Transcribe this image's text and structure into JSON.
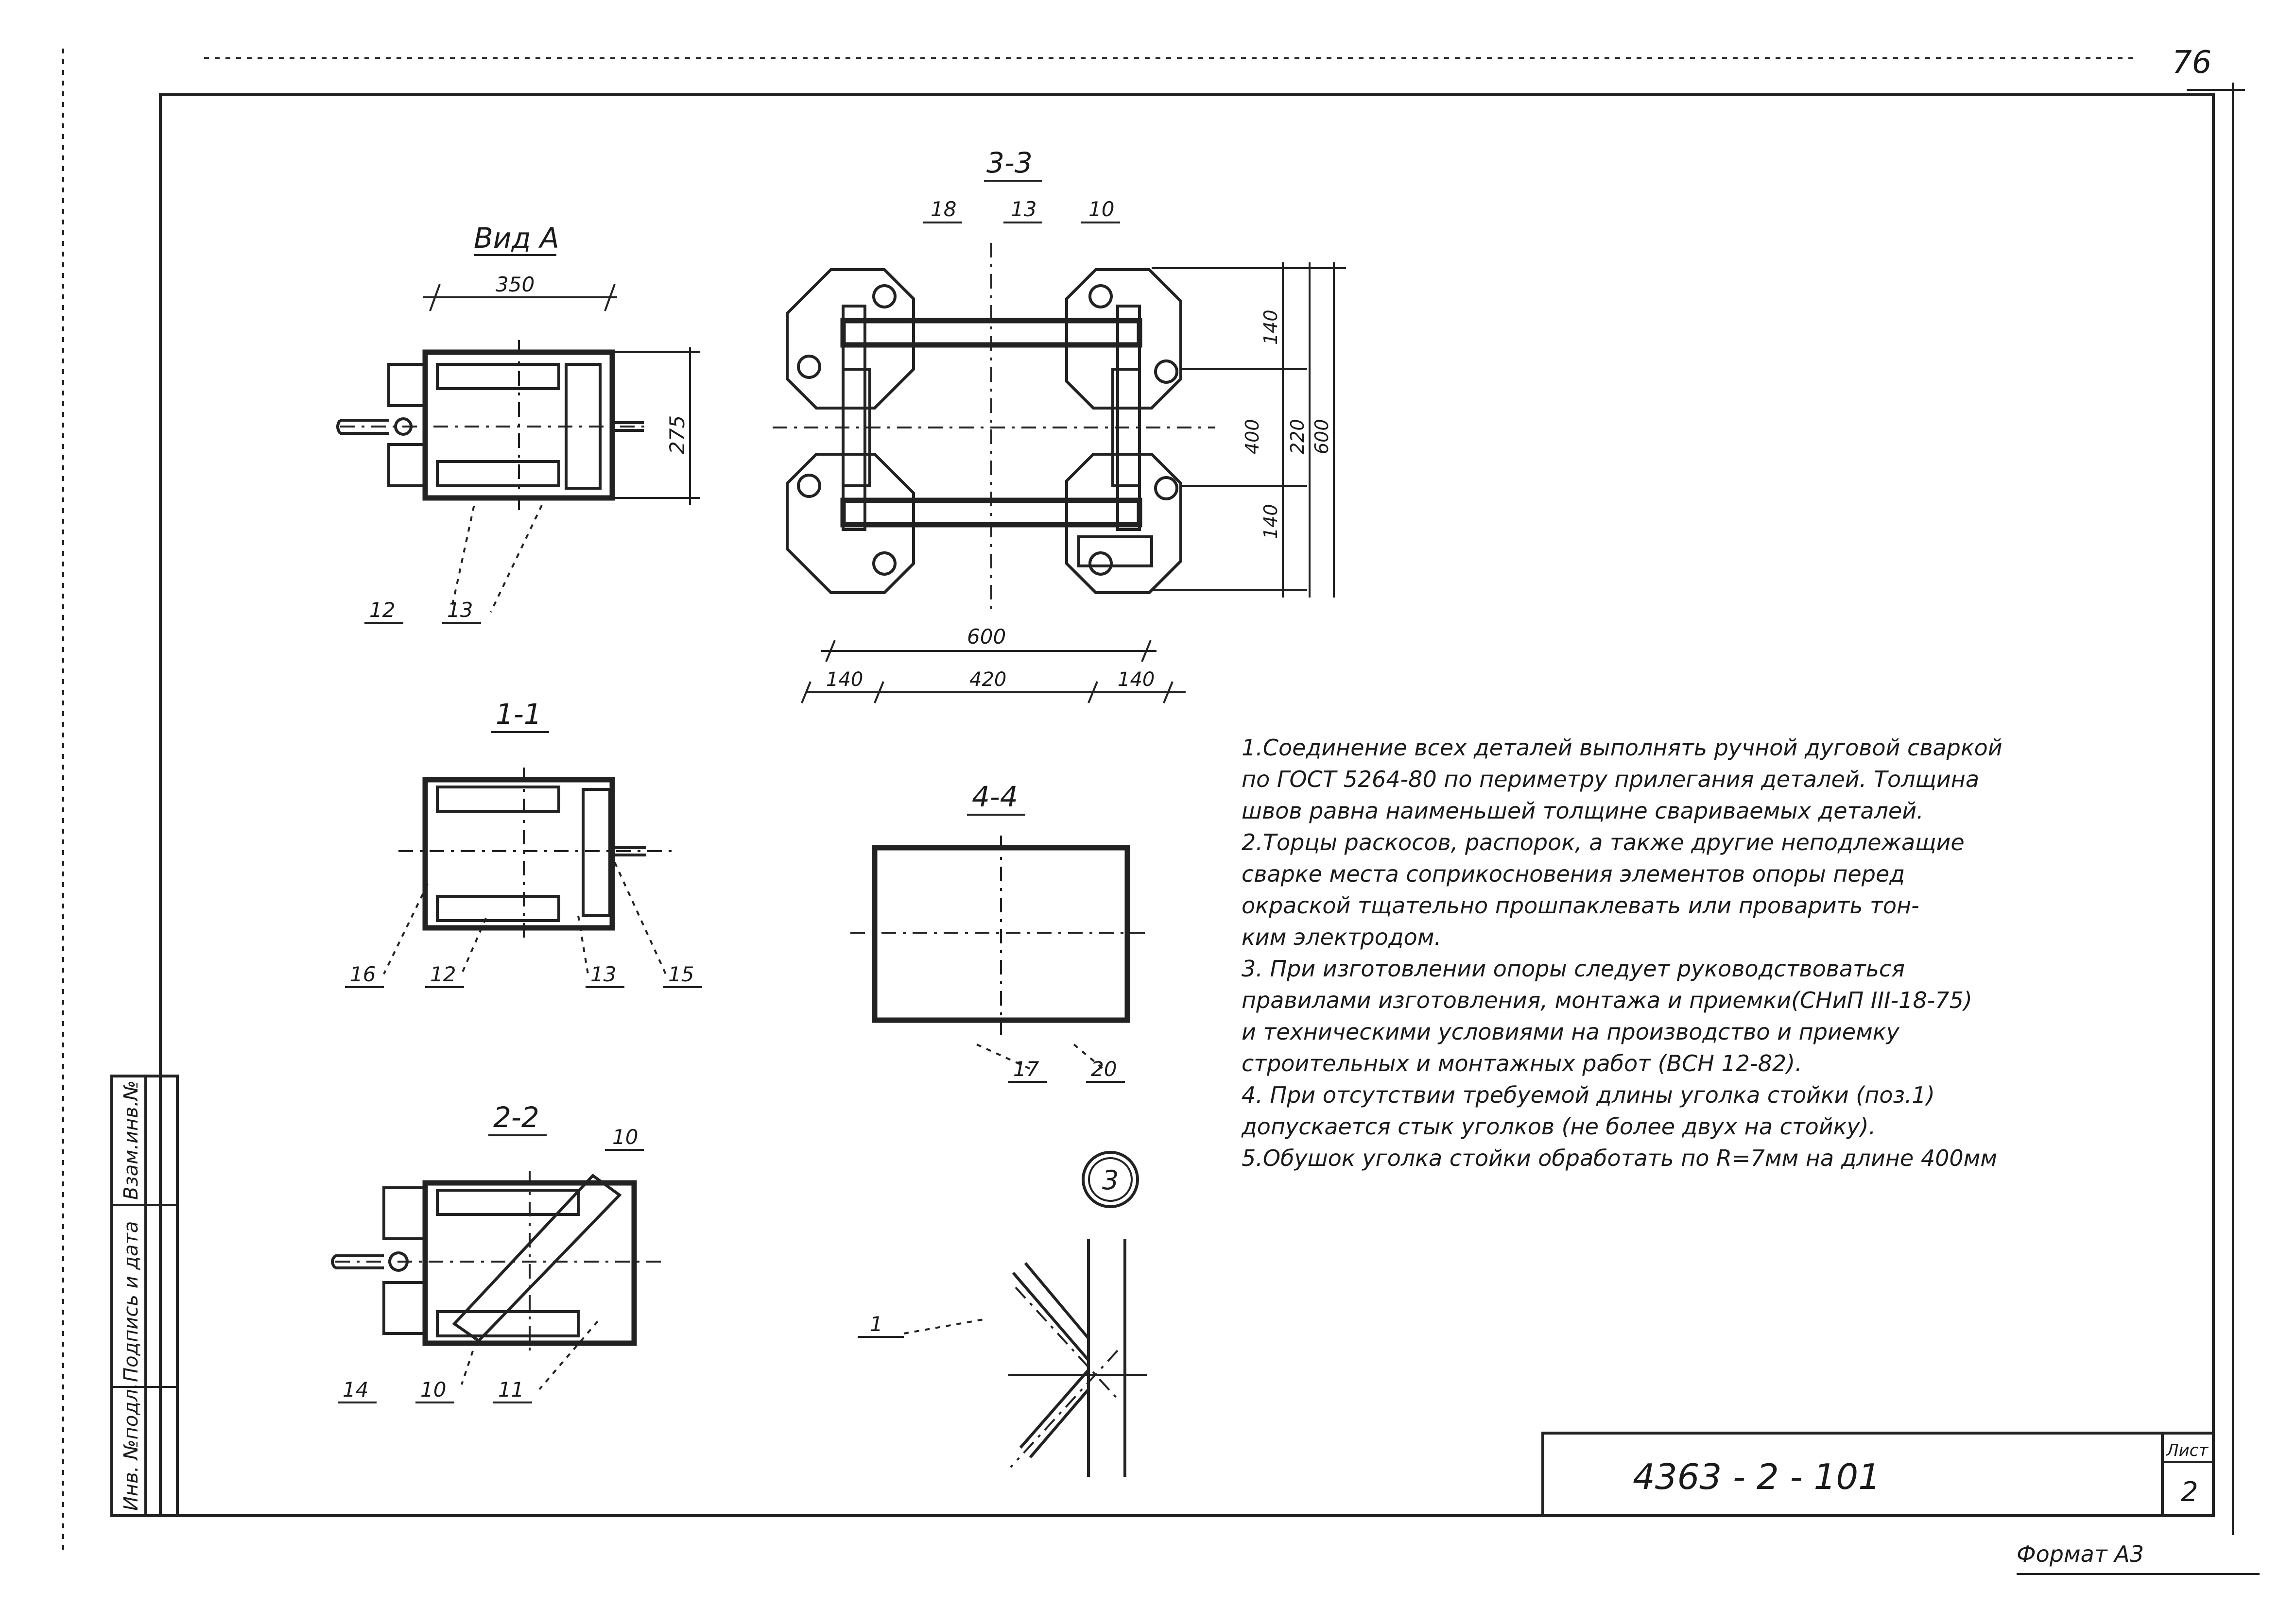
{
  "page_number": "76",
  "views": {
    "vid_a": {
      "title": "Вид А",
      "dim_width": "350",
      "dim_height": "275",
      "callouts": [
        "12",
        "13"
      ]
    },
    "sec_3_3": {
      "title": "3-3",
      "top_callouts": [
        "18",
        "13",
        "10"
      ],
      "dim_right": [
        "140",
        "400",
        "220",
        "600",
        "140"
      ],
      "dim_bottom_total": "600",
      "dim_bottom_parts": [
        "140",
        "420",
        "140"
      ]
    },
    "sec_1_1": {
      "title": "1-1",
      "callouts": [
        "16",
        "12",
        "13",
        "15"
      ]
    },
    "sec_4_4": {
      "title": "4-4",
      "callouts": [
        "17",
        "20"
      ]
    },
    "sec_2_2": {
      "title": "2-2",
      "callouts": [
        "10",
        "14",
        "10",
        "11"
      ]
    },
    "node_3": {
      "label": "3",
      "callout": "1"
    }
  },
  "notes": [
    "1.Соединение всех деталей выполнять ручной дуговой сваркой",
    "по ГОСТ 5264-80 по периметру прилегания деталей. Толщина",
    "швов равна наименьшей толщине свариваемых деталей.",
    "2.Торцы раскосов, распорок, а также другие неподлежащие",
    "сварке места соприкосновения элементов опоры перед",
    "окраской тщательно прошпаклевать или проварить тон-",
    "ким электродом.",
    "3. При изготовлении опоры следует руководствоваться",
    "правилами изготовления, монтажа и приемки(СНиП III-18-75)",
    "и техническими условиями на производство и приемку",
    "строительных и монтажных работ (ВСН 12-82).",
    "4. При отсутствии требуемой длины уголка стойки (поз.1)",
    "допускается стык уголков (не более двух на стойку).",
    "5.Обушок уголка стойки обработать по R=7мм на длине 400мм"
  ],
  "side_stamp": [
    "Инв. №подл.",
    "Подпись и дата",
    "Взам.инв.№"
  ],
  "title_block": {
    "doc_number": "4363 - 2 - 101",
    "sheet_label": "Лист",
    "sheet_number": "2"
  },
  "format_label": "Формат А3"
}
